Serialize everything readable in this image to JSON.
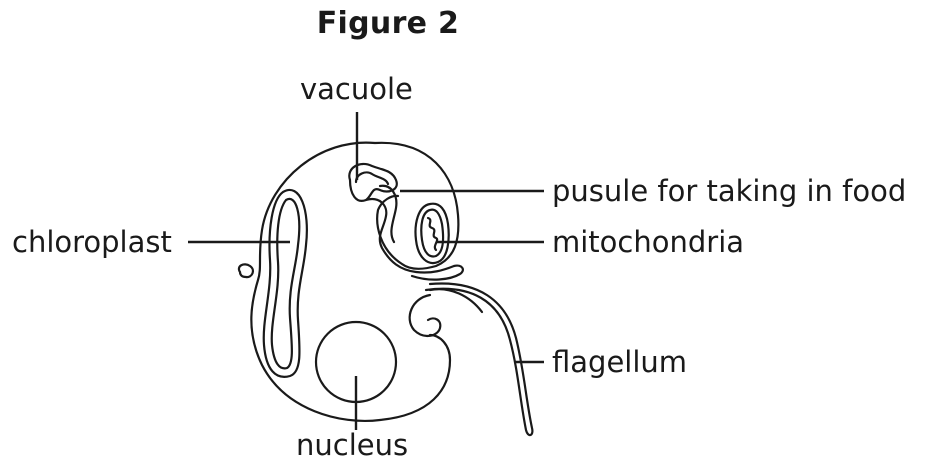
{
  "figure": {
    "title": "Figure 2"
  },
  "labels": {
    "vacuole": "vacuole",
    "pusule": "pusule for taking in food",
    "chloroplast": "chloroplast",
    "mitochondria": "mitochondria",
    "flagellum": "flagellum",
    "nucleus": "nucleus"
  }
}
